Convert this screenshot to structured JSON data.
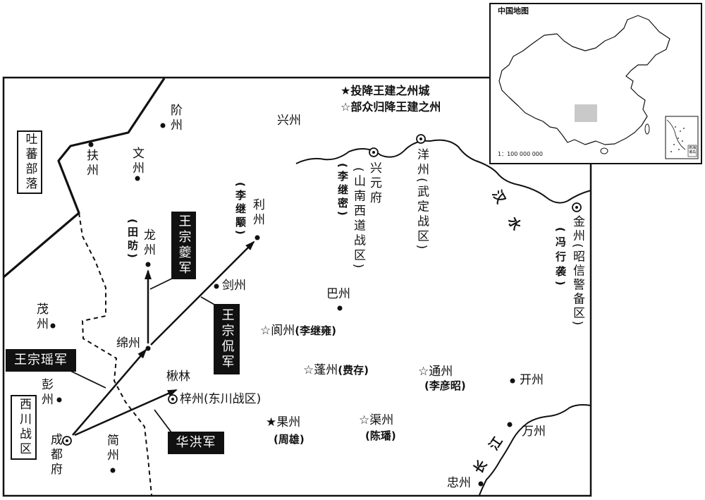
{
  "legend": {
    "surrendered_city": "★投降王建之州城",
    "followers_surrendered": "☆部众归降王建之州"
  },
  "inset": {
    "title": "中国地图",
    "scale": "1：100 000 000",
    "south_sea_islands": "南海诸岛"
  },
  "regions": {
    "tubo": "吐蕃部落",
    "xichuan": "西川战区"
  },
  "armies": {
    "wang_zongkui": "王宗夔军",
    "wang_zongkan": "王宗侃军",
    "wang_zongyao": "王宗瑶军",
    "hua_hong": "华洪军"
  },
  "rivers": {
    "han_shui": [
      "汉",
      "水"
    ],
    "chang_jiang": [
      "长",
      "江"
    ]
  },
  "places": {
    "jie": {
      "name": "阶州"
    },
    "fu": {
      "name": "扶州"
    },
    "wen": {
      "name": "文州"
    },
    "xing": {
      "name": "兴州"
    },
    "xingyuan": {
      "name": "兴元府",
      "region": "(山南西道战区)",
      "holder": "(李继密)"
    },
    "yang": {
      "name": "洋州",
      "region": "(武定战区)"
    },
    "jin": {
      "name": "金州",
      "region": "(昭信警备区)",
      "holder": "(冯行袭)"
    },
    "li": {
      "name": "利州",
      "holder": "(李继颙)"
    },
    "long": {
      "name": "龙州",
      "holder": "(田昉)"
    },
    "jian_sword": {
      "name": "剑州"
    },
    "ba": {
      "name": "巴州"
    },
    "lang": {
      "marker": "☆",
      "name": "阆州",
      "holder": "(李继雍)"
    },
    "mao": {
      "name": "茂州"
    },
    "mian": {
      "name": "绵州"
    },
    "peng_feng": {
      "marker": "☆",
      "name": "蓬州",
      "holder": "(费存)"
    },
    "tong": {
      "marker": "☆",
      "name": "通州",
      "holder": "(李彦昭)"
    },
    "kai": {
      "name": "开州"
    },
    "qiulin": {
      "name": "楸林"
    },
    "zi": {
      "name": "梓州",
      "region": "(东川战区)"
    },
    "peng": {
      "name": "彭州"
    },
    "guo": {
      "marker": "★",
      "name": "果州",
      "holder": "(周雄)"
    },
    "qu": {
      "marker": "☆",
      "name": "渠州",
      "holder": "(陈璠)"
    },
    "wan": {
      "name": "万州"
    },
    "chengdu": {
      "name": "成都府"
    },
    "jian": {
      "name": "简州"
    },
    "zhong": {
      "name": "忠州"
    }
  },
  "colors": {
    "ink": "#111111",
    "paper": "#ffffff",
    "inset_highlight": "#c9c9c9"
  }
}
